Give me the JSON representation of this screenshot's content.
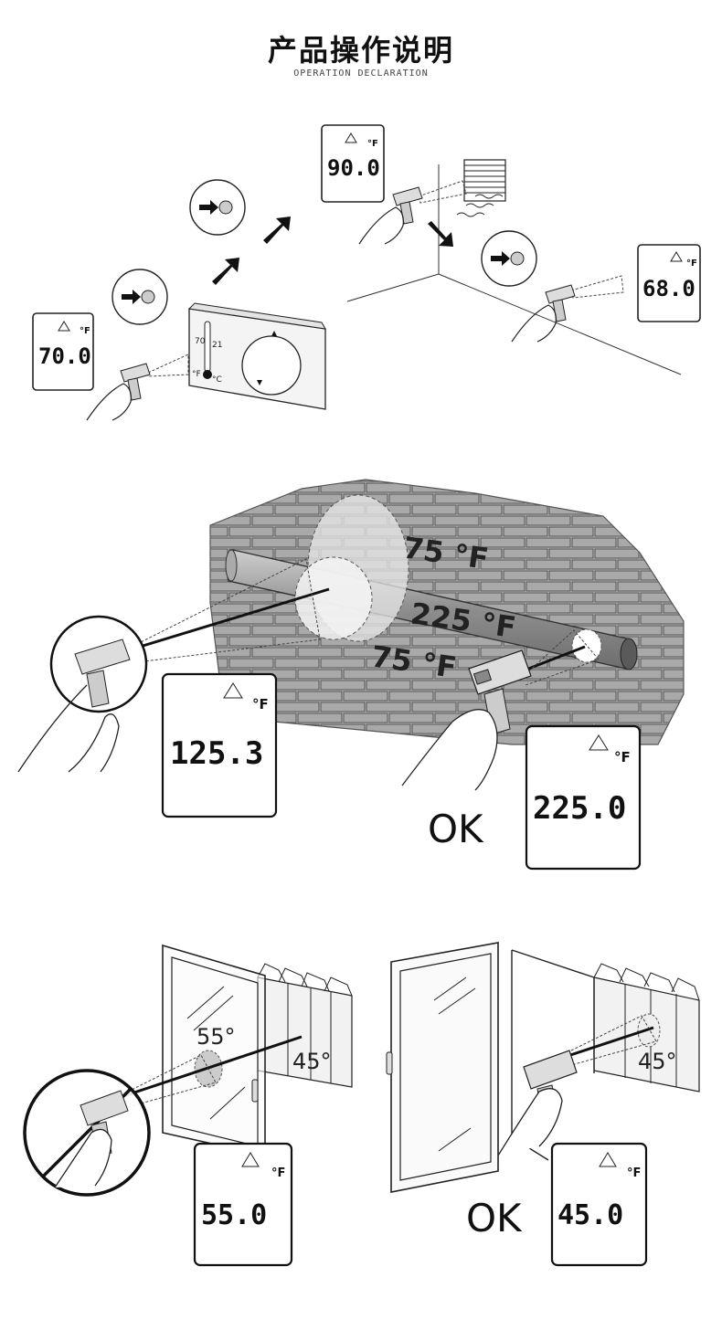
{
  "header": {
    "title": "产品操作说明",
    "subtitle": "OPERATION DECLARATION"
  },
  "scene1": {
    "display_left": {
      "value": "70.0",
      "unit": "°F"
    },
    "display_top": {
      "value": "90.0",
      "unit": "°F"
    },
    "display_right": {
      "value": "68.0",
      "unit": "°F"
    },
    "thermostat": {
      "f_label": "70",
      "c_label": "21",
      "f_unit": "°F",
      "c_unit": "°C"
    }
  },
  "scene2": {
    "label_top": "75 °F",
    "label_pipe": "225 °F",
    "label_bottom": "75 °F",
    "display_left": {
      "value": "125.3",
      "unit": "°F"
    },
    "display_right": {
      "value": "225.0",
      "unit": "°F"
    },
    "ok_label": "OK"
  },
  "scene3": {
    "glass_label": "55°",
    "box_label_left": "45°",
    "box_label_right": "45°",
    "display_left": {
      "value": "55.0",
      "unit": "°F"
    },
    "display_right": {
      "value": "45.0",
      "unit": "°F"
    },
    "ok_label": "OK"
  }
}
